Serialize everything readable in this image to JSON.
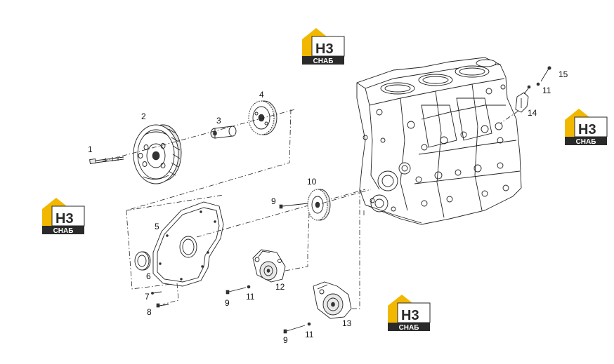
{
  "callouts": [
    {
      "id": "1",
      "text": "1"
    },
    {
      "id": "2",
      "text": "2"
    },
    {
      "id": "3",
      "text": "3"
    },
    {
      "id": "4",
      "text": "4"
    },
    {
      "id": "5",
      "text": "5"
    },
    {
      "id": "6",
      "text": "6"
    },
    {
      "id": "7",
      "text": "7"
    },
    {
      "id": "8",
      "text": "8"
    },
    {
      "id": "9a",
      "text": "9"
    },
    {
      "id": "9b",
      "text": "9"
    },
    {
      "id": "9c",
      "text": "9"
    },
    {
      "id": "10",
      "text": "10"
    },
    {
      "id": "11a",
      "text": "11"
    },
    {
      "id": "11b",
      "text": "11"
    },
    {
      "id": "11c",
      "text": "11"
    },
    {
      "id": "12",
      "text": "12"
    },
    {
      "id": "13",
      "text": "13"
    },
    {
      "id": "14",
      "text": "14"
    },
    {
      "id": "15",
      "text": "15"
    }
  ],
  "watermark": {
    "logo_text_top": "H3",
    "logo_text_bottom": "СНАБ",
    "accent_color": "#f2b800",
    "dark_color": "#2a2a2a"
  }
}
